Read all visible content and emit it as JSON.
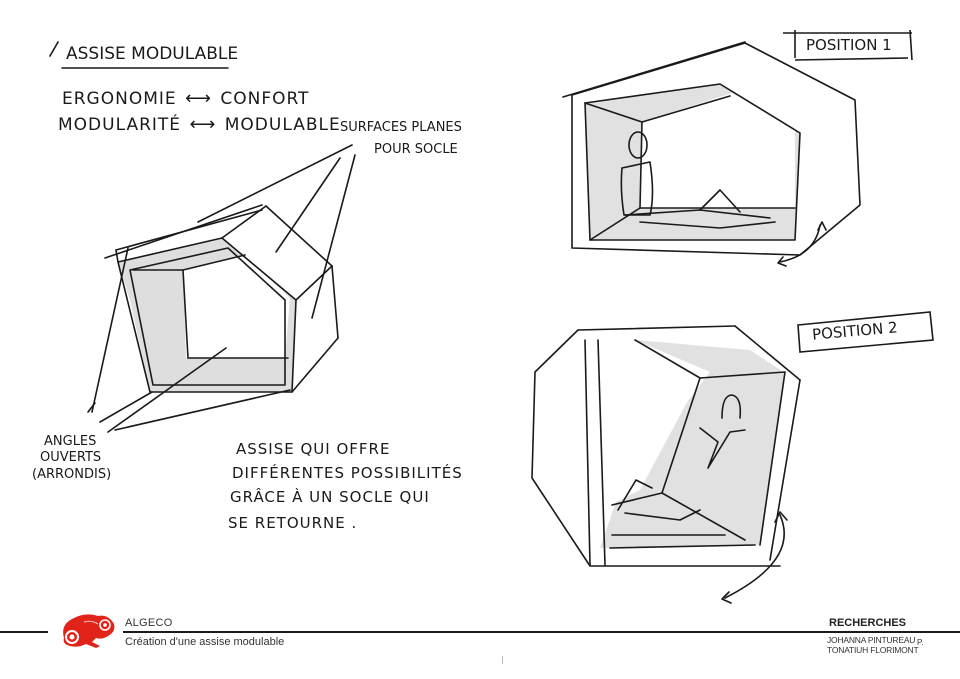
{
  "page": {
    "title": "Assise modulable",
    "notes": {
      "line1_left": "Ergonomie",
      "line1_right": "Confort",
      "line2_left": "Modularité",
      "line2_right": "Modulable",
      "arrow": "⟷"
    },
    "annotations": {
      "surfaces": "Surfaces planes",
      "surfaces_2": "pour socle",
      "angles_1": "Angles",
      "angles_2": "ouverts",
      "angles_3": "(arrondis)"
    },
    "description": [
      "Assise qui offre",
      "différentes possibilités",
      "grâce à un socle qui",
      "se retourne ."
    ],
    "positions": [
      {
        "label": "Position 1"
      },
      {
        "label": "Position 2"
      }
    ]
  },
  "footer": {
    "brand": "ALGECO",
    "project": "Création d'une assise modulable",
    "section": "RECHERCHES",
    "authors": [
      "JOHANNA PINTUREAU",
      "TONATIUH FLORIMONT"
    ],
    "page_label": "P.",
    "logo": "chameleon-logo",
    "brand_color": "#e2231a"
  }
}
